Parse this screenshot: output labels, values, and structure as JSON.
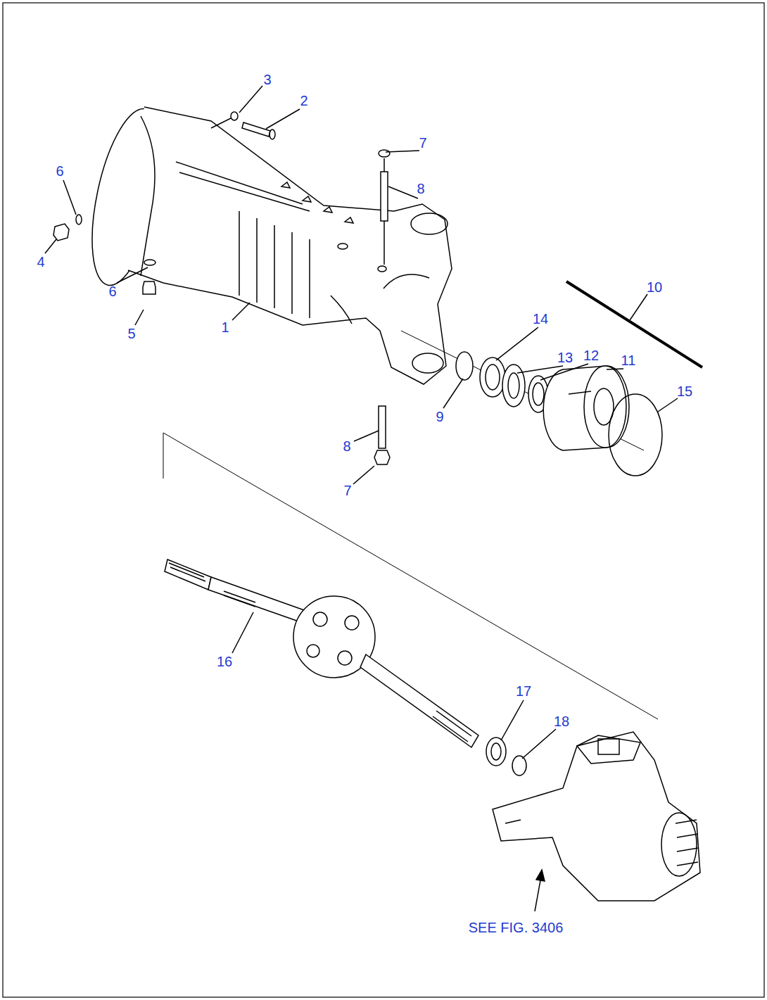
{
  "diagram": {
    "labels": [
      "3",
      "2",
      "7",
      "6",
      "8",
      "4",
      "6",
      "10",
      "5",
      "1",
      "14",
      "13",
      "12",
      "11",
      "15",
      "9",
      "8",
      "7",
      "16",
      "17",
      "18",
      "SEE FIG. 3406"
    ]
  }
}
